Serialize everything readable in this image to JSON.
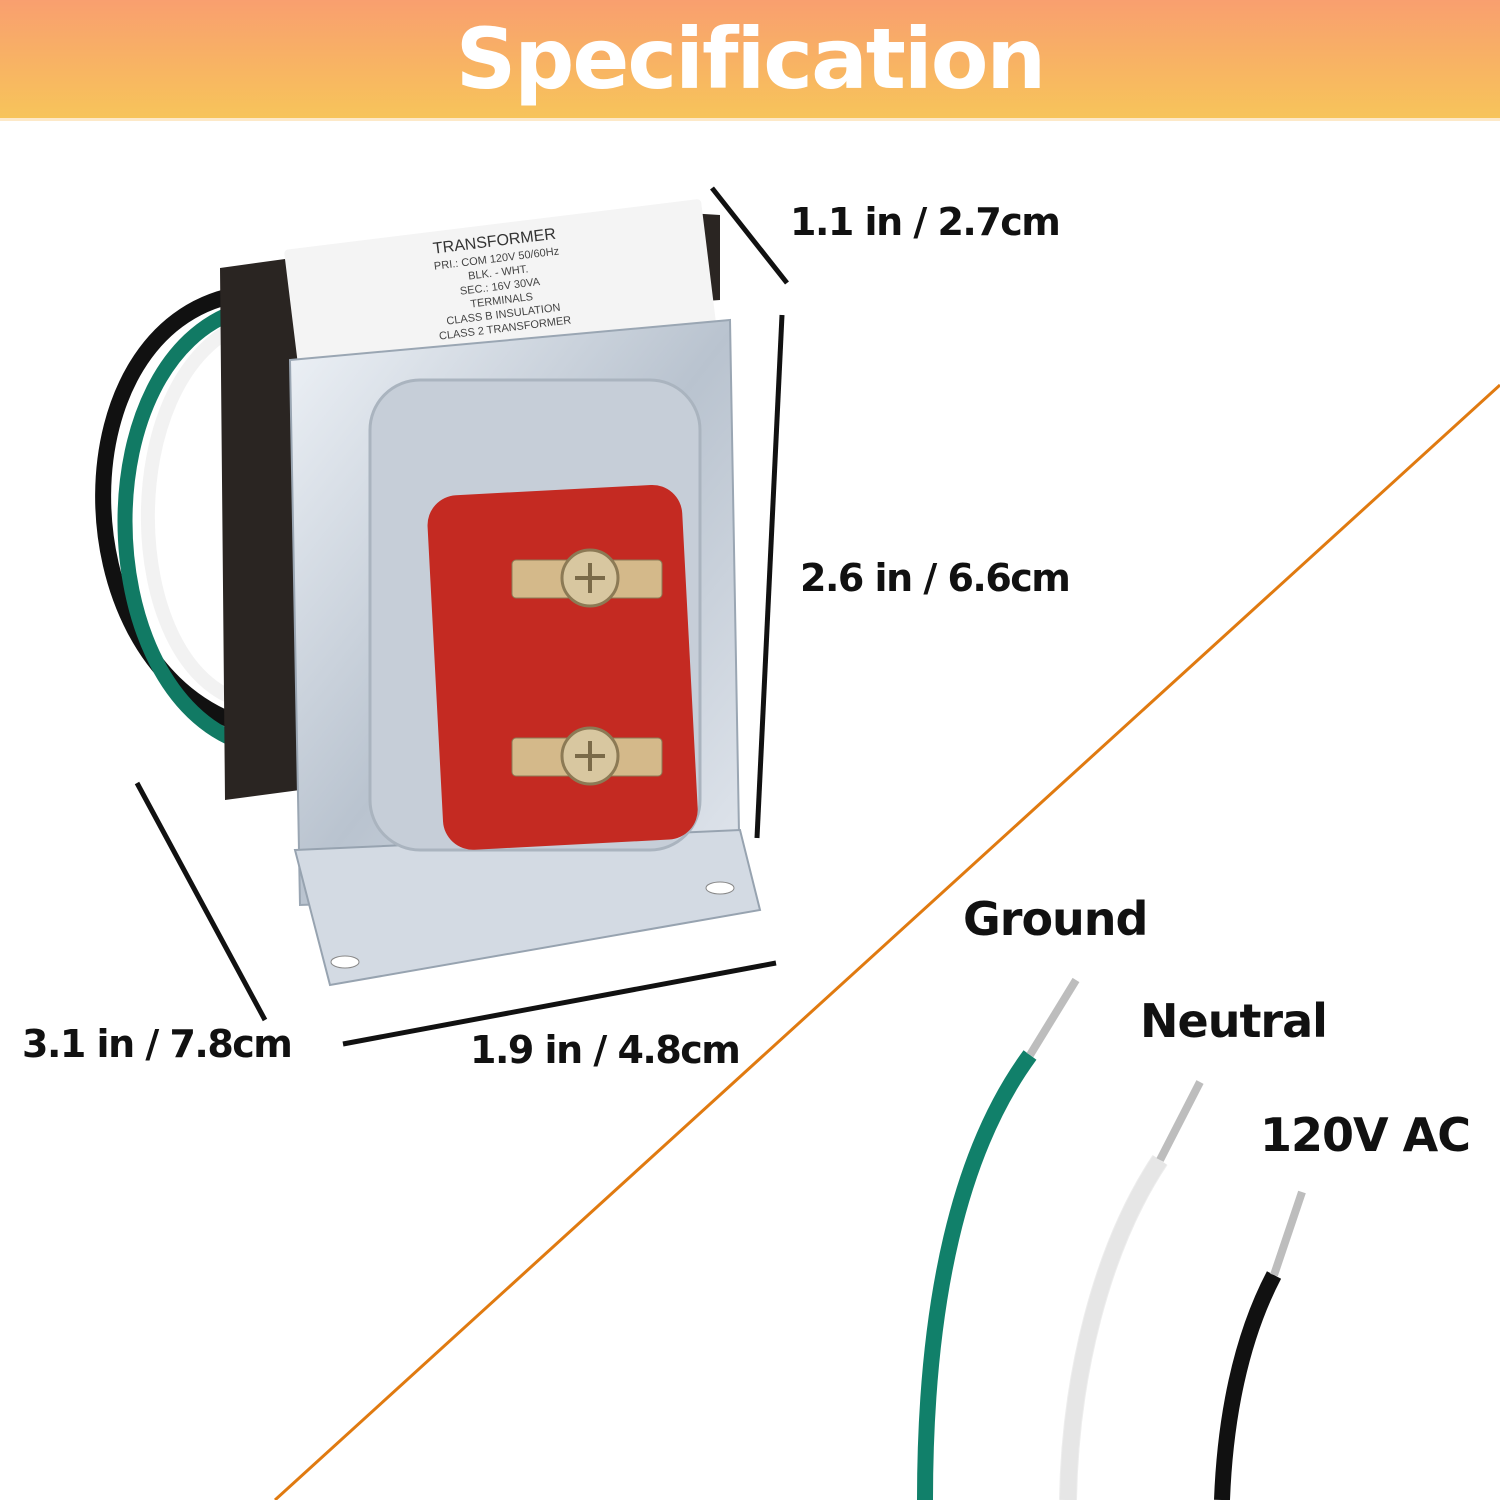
{
  "header": {
    "title": "Specification",
    "gradient_top": "#f99f6f",
    "gradient_bottom": "#f7c45a"
  },
  "product_label": {
    "lines": [
      "TRANSFORMER",
      "PRI.: COM  120V  50/60Hz",
      "BLK. - WHT.",
      "SEC.: 16V  30VA",
      "TERMINALS",
      "CLASS B INSULATION",
      "CLASS 2 TRANSFORMER"
    ]
  },
  "dimensions": {
    "depth": "1.1 in / 2.7cm",
    "height": "2.6 in / 6.6cm",
    "length": "3.1 in / 7.8cm",
    "width": "1.9 in / 4.8cm"
  },
  "wires": [
    {
      "label": "Ground",
      "color": "#11806a"
    },
    {
      "label": "Neutral",
      "color": "#f4f4f4"
    },
    {
      "label": "120V AC",
      "color": "#111111"
    }
  ],
  "accent_line_color": "#e07a10",
  "terminal_panel_color": "#c42a22"
}
